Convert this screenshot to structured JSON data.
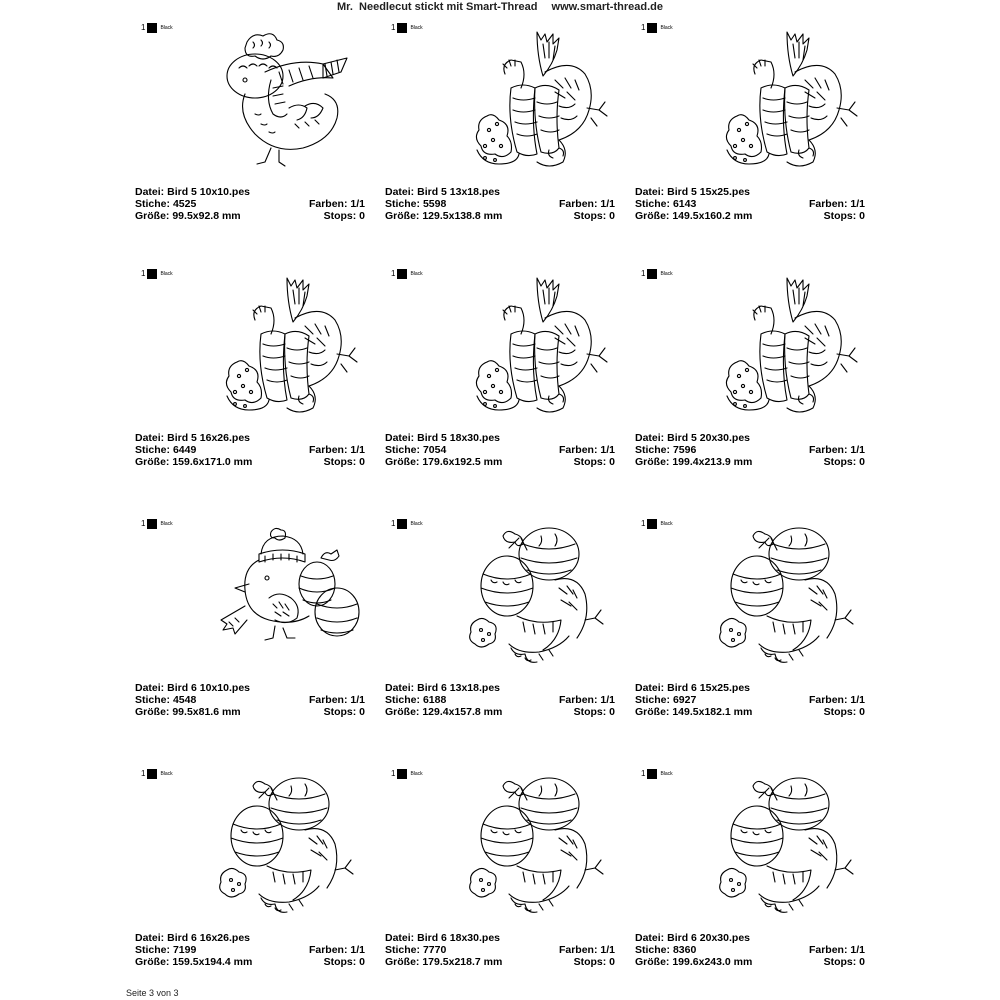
{
  "header": {
    "left": "Mr.  Needlecut stickt mit Smart-Thread",
    "right": "www.smart-thread.de"
  },
  "labels": {
    "file": "Datei:",
    "stitches": "Stiche:",
    "size": "Größe:",
    "colors": "Farben:",
    "stops": "Stops:"
  },
  "swatch": {
    "number": "1",
    "name": "Black",
    "color": "#000000"
  },
  "designs": [
    {
      "file": "Bird 5 10x10.pes",
      "stitches": "4525",
      "size": "99.5x92.8 mm",
      "colors": "1/1",
      "stops": "0",
      "motif": "bird5-small"
    },
    {
      "file": "Bird 5 13x18.pes",
      "stitches": "5598",
      "size": "129.5x138.8 mm",
      "colors": "1/1",
      "stops": "0",
      "motif": "bird5-large"
    },
    {
      "file": "Bird 5 15x25.pes",
      "stitches": "6143",
      "size": "149.5x160.2 mm",
      "colors": "1/1",
      "stops": "0",
      "motif": "bird5-large"
    },
    {
      "file": "Bird 5 16x26.pes",
      "stitches": "6449",
      "size": "159.6x171.0 mm",
      "colors": "1/1",
      "stops": "0",
      "motif": "bird5-large"
    },
    {
      "file": "Bird 5 18x30.pes",
      "stitches": "7054",
      "size": "179.6x192.5 mm",
      "colors": "1/1",
      "stops": "0",
      "motif": "bird5-large"
    },
    {
      "file": "Bird 5 20x30.pes",
      "stitches": "7596",
      "size": "199.4x213.9 mm",
      "colors": "1/1",
      "stops": "0",
      "motif": "bird5-large"
    },
    {
      "file": "Bird 6 10x10.pes",
      "stitches": "4548",
      "size": "99.5x81.6 mm",
      "colors": "1/1",
      "stops": "0",
      "motif": "bird6-small"
    },
    {
      "file": "Bird 6 13x18.pes",
      "stitches": "6188",
      "size": "129.4x157.8 mm",
      "colors": "1/1",
      "stops": "0",
      "motif": "bird6-large"
    },
    {
      "file": "Bird 6 15x25.pes",
      "stitches": "6927",
      "size": "149.5x182.1 mm",
      "colors": "1/1",
      "stops": "0",
      "motif": "bird6-large"
    },
    {
      "file": "Bird 6 16x26.pes",
      "stitches": "7199",
      "size": "159.5x194.4 mm",
      "colors": "1/1",
      "stops": "0",
      "motif": "bird6-large"
    },
    {
      "file": "Bird 6 18x30.pes",
      "stitches": "7770",
      "size": "179.5x218.7 mm",
      "colors": "1/1",
      "stops": "0",
      "motif": "bird6-large"
    },
    {
      "file": "Bird 6 20x30.pes",
      "stitches": "8360",
      "size": "199.6x243.0 mm",
      "colors": "1/1",
      "stops": "0",
      "motif": "bird6-large"
    }
  ],
  "footer": {
    "page": "Seite 3 von 3"
  }
}
